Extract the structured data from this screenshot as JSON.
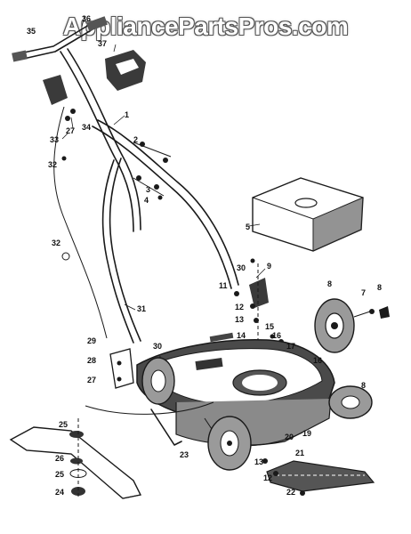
{
  "watermark": "AppliancePartsPros.com",
  "callouts": [
    {
      "id": "c36",
      "text": "36"
    },
    {
      "id": "c35",
      "text": "35"
    },
    {
      "id": "c37",
      "text": "37"
    },
    {
      "id": "c1",
      "text": "1"
    },
    {
      "id": "c27a",
      "text": "27"
    },
    {
      "id": "c34",
      "text": "34"
    },
    {
      "id": "c33",
      "text": "33"
    },
    {
      "id": "c32a",
      "text": "32"
    },
    {
      "id": "c2",
      "text": "2"
    },
    {
      "id": "c3",
      "text": "3"
    },
    {
      "id": "c4",
      "text": "4"
    },
    {
      "id": "c5",
      "text": "5"
    },
    {
      "id": "c32b",
      "text": "32"
    },
    {
      "id": "c30a",
      "text": "30"
    },
    {
      "id": "c9",
      "text": "9"
    },
    {
      "id": "c11",
      "text": "11"
    },
    {
      "id": "c12a",
      "text": "12"
    },
    {
      "id": "c13a",
      "text": "13"
    },
    {
      "id": "c31",
      "text": "31"
    },
    {
      "id": "c8a",
      "text": "8"
    },
    {
      "id": "c7",
      "text": "7"
    },
    {
      "id": "c8b",
      "text": "8"
    },
    {
      "id": "c14",
      "text": "14"
    },
    {
      "id": "c15",
      "text": "15"
    },
    {
      "id": "c16a",
      "text": "16"
    },
    {
      "id": "c17",
      "text": "17"
    },
    {
      "id": "c16b",
      "text": "16"
    },
    {
      "id": "c29",
      "text": "29"
    },
    {
      "id": "c30b",
      "text": "30"
    },
    {
      "id": "c28",
      "text": "28"
    },
    {
      "id": "c27b",
      "text": "27"
    },
    {
      "id": "c8c",
      "text": "8"
    },
    {
      "id": "c25a",
      "text": "25"
    },
    {
      "id": "c20",
      "text": "20"
    },
    {
      "id": "c19",
      "text": "19"
    },
    {
      "id": "c23",
      "text": "23"
    },
    {
      "id": "c21",
      "text": "21"
    },
    {
      "id": "c26",
      "text": "26"
    },
    {
      "id": "c13b",
      "text": "13"
    },
    {
      "id": "c12b",
      "text": "12"
    },
    {
      "id": "c25b",
      "text": "25"
    },
    {
      "id": "c24",
      "text": "24"
    },
    {
      "id": "c22",
      "text": "22"
    }
  ]
}
